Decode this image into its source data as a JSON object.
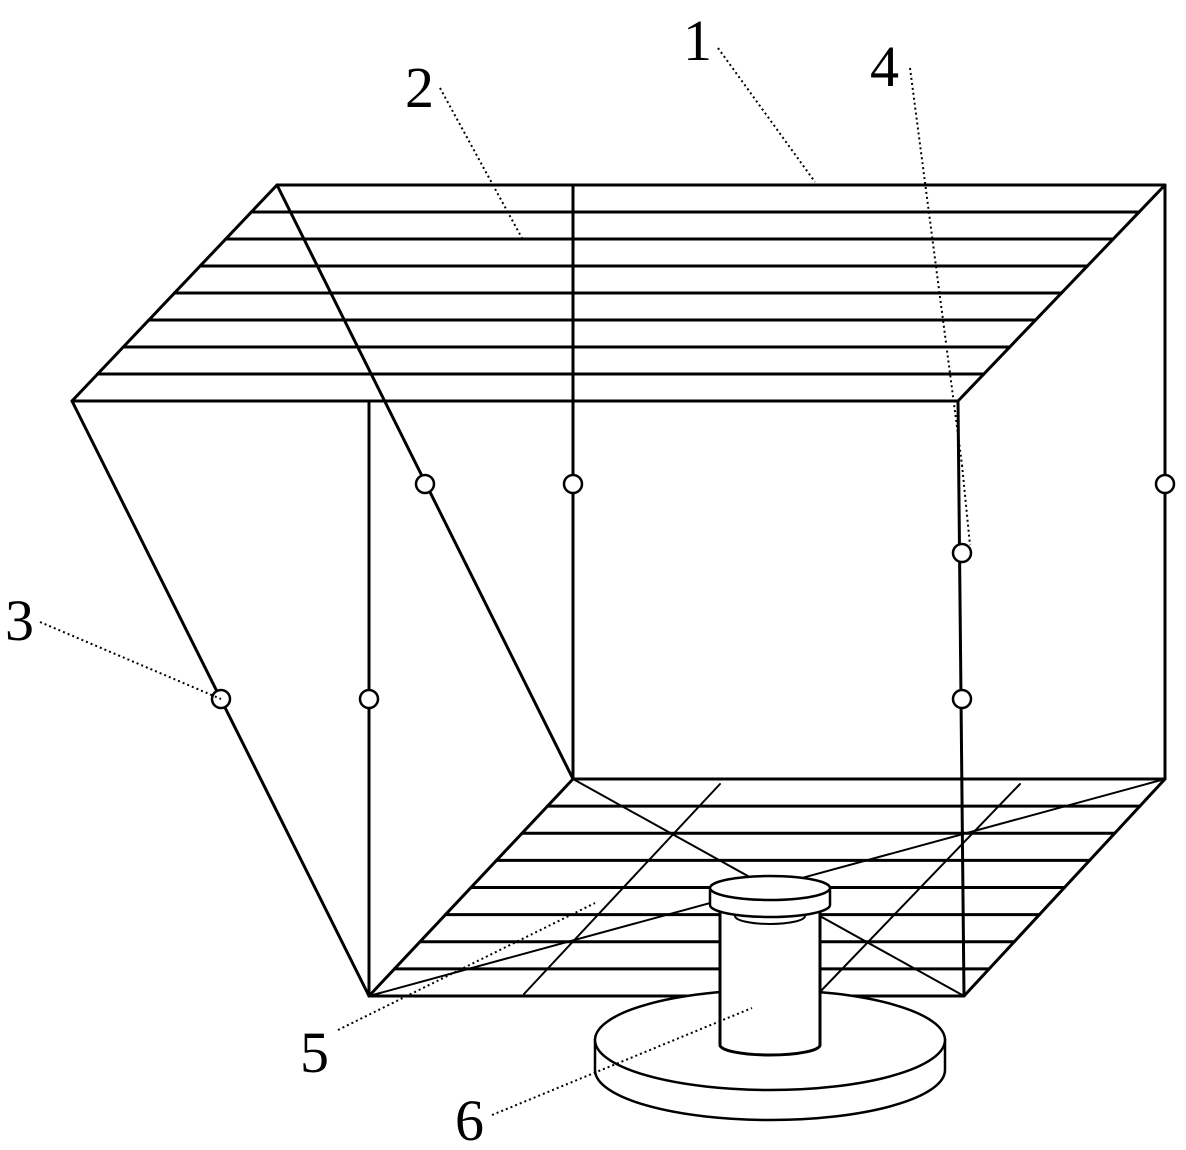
{
  "figure": {
    "callouts": [
      {
        "id": "label-1",
        "text": "1"
      },
      {
        "id": "label-2",
        "text": "2"
      },
      {
        "id": "label-3",
        "text": "3"
      },
      {
        "id": "label-4",
        "text": "4"
      },
      {
        "id": "label-5",
        "text": "5"
      },
      {
        "id": "label-6",
        "text": "6"
      }
    ]
  }
}
